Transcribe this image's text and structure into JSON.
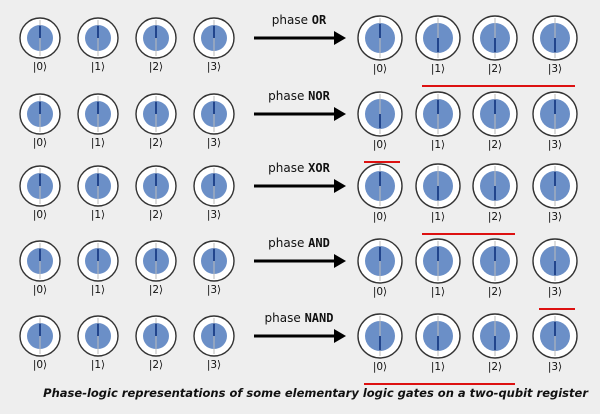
{
  "state_labels": [
    "|0⟩",
    "|1⟩",
    "|2⟩",
    "|3⟩"
  ],
  "colors": {
    "background": "#eeeeee",
    "disc_fill": "#6b8fc7",
    "disc_ring": "#333333",
    "phase_line": "#1a3d85",
    "axis_line": "#bbbbbb",
    "arrow": "#000000",
    "highlight": "#dd1111"
  },
  "rows": [
    {
      "prefix": "phase",
      "gate": "OR",
      "output_phases": [
        "up",
        "down",
        "down",
        "down"
      ],
      "highlighted_states": [
        1,
        2,
        3
      ]
    },
    {
      "prefix": "phase",
      "gate": "NOR",
      "output_phases": [
        "down",
        "up",
        "up",
        "up"
      ],
      "highlighted_states": [
        0
      ]
    },
    {
      "prefix": "phase",
      "gate": "XOR",
      "output_phases": [
        "up",
        "down",
        "down",
        "up"
      ],
      "highlighted_states": [
        1,
        2
      ]
    },
    {
      "prefix": "phase",
      "gate": "AND",
      "output_phases": [
        "up",
        "up",
        "up",
        "down"
      ],
      "highlighted_states": [
        3
      ]
    },
    {
      "prefix": "phase",
      "gate": "NAND",
      "output_phases": [
        "down",
        "down",
        "down",
        "up"
      ],
      "highlighted_states": [
        0,
        1,
        2
      ]
    }
  ],
  "caption": "Phase-logic representations of some elementary logic gates on a two-qubit register"
}
